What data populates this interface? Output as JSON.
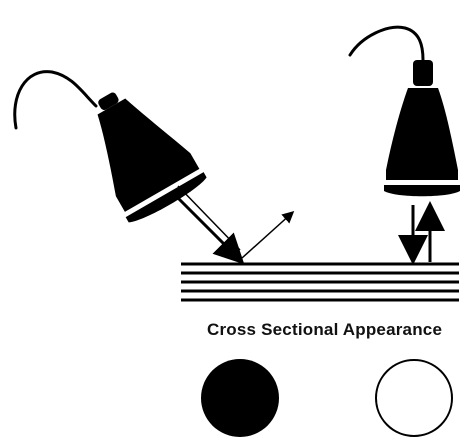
{
  "caption": "Cross Sectional Appearance",
  "colors": {
    "ink": "#000000",
    "background": "#ffffff"
  },
  "probes": [
    {
      "name": "angled-ultrasound-probe",
      "orientation": "angled"
    },
    {
      "name": "perpendicular-ultrasound-probe",
      "orientation": "vertical"
    }
  ],
  "cross_sections": [
    {
      "name": "filled-circle",
      "appearance": "solid black"
    },
    {
      "name": "hollow-circle",
      "appearance": "white with black outline"
    }
  ]
}
